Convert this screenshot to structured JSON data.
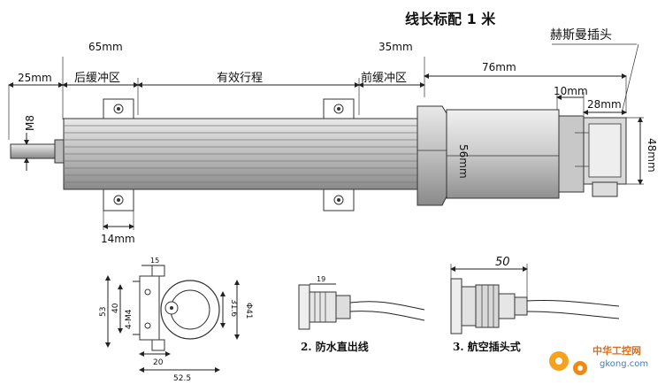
{
  "title": "线长标配 1 米",
  "labels": {
    "connector_callout": "赫斯曼插头",
    "rear_buffer": "后缓冲区",
    "effective_stroke": "有效行程",
    "front_buffer": "前缓冲区"
  },
  "dimensions": {
    "d_65": "65mm",
    "d_35": "35mm",
    "d_25": "25mm",
    "d_76": "76mm",
    "d_10": "10mm",
    "d_28": "28mm",
    "d_48": "48mm",
    "d_56": "56mm",
    "d_m8": "M8",
    "d_14": "14mm",
    "d_15": "15",
    "d_53": "53",
    "d_40": "40",
    "d_4m4": "4-M4",
    "d_31_6": "31.6",
    "d_phi41": "Φ41",
    "d_20": "20",
    "d_52_5": "52.5",
    "d_19": "19",
    "d_50": "50"
  },
  "captions": {
    "cap_2": "2. 防水直出线",
    "cap_3": "3. 航空插头式"
  },
  "watermark": {
    "line1": "中华工控网",
    "line2": "gkong.com"
  }
}
